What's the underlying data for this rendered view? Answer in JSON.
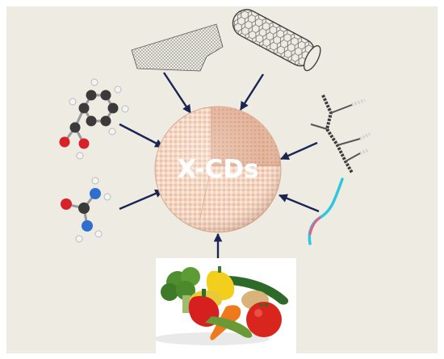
{
  "diagram": {
    "center_label": "X-CDs",
    "colors": {
      "background": "#eeebe2",
      "arrow": "#1b2553",
      "sphere": "#f1cdb6"
    },
    "sources": [
      {
        "id": "graphene-sheet"
      },
      {
        "id": "carbon-nanotube"
      },
      {
        "id": "benzoic-acid-molecule"
      },
      {
        "id": "polymer-chain"
      },
      {
        "id": "urea-molecule"
      },
      {
        "id": "carbon-fiber"
      },
      {
        "id": "fruits-and-vegetables"
      }
    ]
  }
}
